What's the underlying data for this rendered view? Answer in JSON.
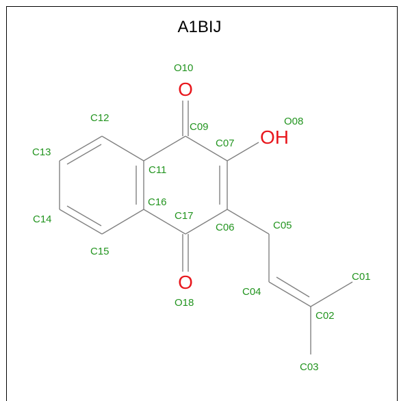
{
  "title": "A1BIJ",
  "colors": {
    "label": "#22941f",
    "hetero": "#e8171d",
    "bond": "#808080"
  },
  "atoms": [
    {
      "id": "C01",
      "label": "C01"
    },
    {
      "id": "C02",
      "label": "C02"
    },
    {
      "id": "C03",
      "label": "C03"
    },
    {
      "id": "C04",
      "label": "C04"
    },
    {
      "id": "C05",
      "label": "C05"
    },
    {
      "id": "C06",
      "label": "C06"
    },
    {
      "id": "C07",
      "label": "C07"
    },
    {
      "id": "O08",
      "label": "O08",
      "symbol": "OH"
    },
    {
      "id": "C09",
      "label": "C09"
    },
    {
      "id": "O10",
      "label": "O10",
      "symbol": "O"
    },
    {
      "id": "C11",
      "label": "C11"
    },
    {
      "id": "C12",
      "label": "C12"
    },
    {
      "id": "C13",
      "label": "C13"
    },
    {
      "id": "C14",
      "label": "C14"
    },
    {
      "id": "C15",
      "label": "C15"
    },
    {
      "id": "C16",
      "label": "C16"
    },
    {
      "id": "C17",
      "label": "C17"
    },
    {
      "id": "O18",
      "label": "O18",
      "symbol": "O"
    }
  ]
}
